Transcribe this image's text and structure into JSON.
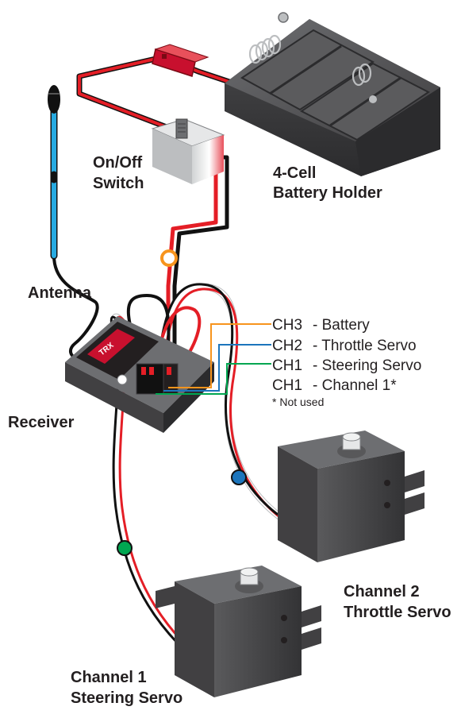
{
  "labels": {
    "on_off_switch_line1": "On/Off",
    "on_off_switch_line2": "Switch",
    "battery_line1": "4-Cell",
    "battery_line2": "Battery Holder",
    "antenna": "Antenna",
    "receiver": "Receiver",
    "throttle_servo_line1": "Channel 2",
    "throttle_servo_line2": "Throttle Servo",
    "steering_servo_line1": "Channel 1",
    "steering_servo_line2": "Steering Servo"
  },
  "channels": [
    {
      "id": "CH3",
      "desc": "- Battery",
      "color": "#f7941d"
    },
    {
      "id": "CH2",
      "desc": "- Throttle Servo",
      "color": "#1c75bc"
    },
    {
      "id": "CH1",
      "desc": "- Steering Servo",
      "color": "#00a651"
    },
    {
      "id": "CH1",
      "desc": "- Channel 1*",
      "color": "#231f20"
    }
  ],
  "footnote": "* Not used",
  "colors": {
    "wire_red": "#e41e26",
    "wire_black": "#111111",
    "antenna_blue": "#27aae1",
    "housing_dark": "#3d3d3f",
    "housing_mid": "#58585a",
    "connector_red": "#c8102e"
  }
}
